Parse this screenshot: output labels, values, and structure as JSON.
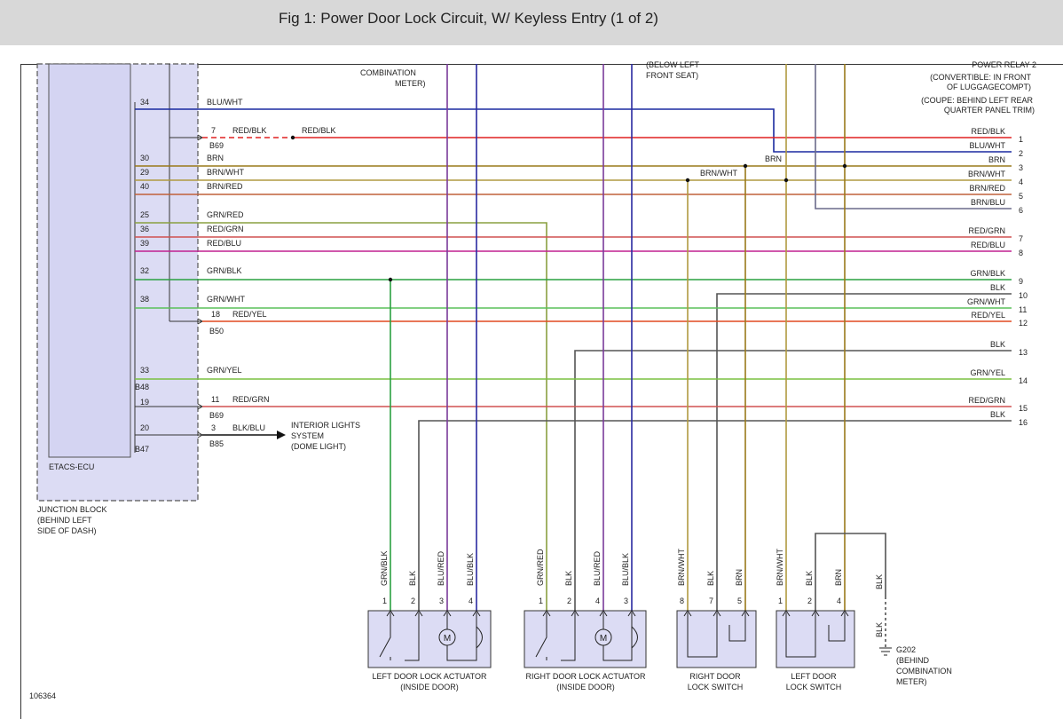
{
  "header": {
    "title": "Fig 1: Power Door Lock Circuit, W/ Keyless Entry (1 of 2)"
  },
  "colors": {
    "RED/BLK": "#e02020",
    "BLU/WHT": "#1a2aa0",
    "BRN": "#9a7a1a",
    "BRN/WHT": "#b09a40",
    "BRN/RED": "#c0603a",
    "BRN/BLU": "#6a6a8a",
    "GRN/RED": "#8aa040",
    "RED/GRN": "#d05050",
    "RED/BLU": "#c02090",
    "GRN/BLK": "#2aa040",
    "BLK": "#555555",
    "GRN/WHT": "#5ac05a",
    "RED/YEL": "#e04a20",
    "GRN/YEL": "#7ac040",
    "BLU/RED": "#7a3a9a",
    "BLU/BLK": "#2a2aa0",
    "GRY": "#888888",
    "block_fill": "#dcdcf4",
    "component_fill": "#dcdcf4"
  },
  "labels": {
    "top_meter": [
      "COMBINATION",
      "METER)"
    ],
    "top_seat": [
      "(BELOW LEFT",
      "FRONT SEAT)"
    ],
    "relay_note": [
      "POWER RELAY 2",
      "(CONVERTIBLE: IN FRONT",
      "OF LUGGAGECOMPT)",
      "(COUPE: BEHIND LEFT REAR",
      "QUARTER PANEL TRIM)"
    ],
    "etacs": "ETACS-ECU",
    "junction": [
      "JUNCTION BLOCK",
      "(BEHIND LEFT",
      "SIDE OF DASH)"
    ],
    "interior": [
      "INTERIOR LIGHTS",
      "SYSTEM",
      "(DOME LIGHT)"
    ],
    "b69": "B69",
    "b50": "B50",
    "b48": "B48",
    "b47": "B47",
    "b85": "B85",
    "ground": [
      "G202",
      "(BEHIND",
      "COMBINATION",
      "METER)"
    ],
    "figure_id": "106364",
    "brn": "BRN",
    "brnwht": "BRN/WHT"
  },
  "left_pins": [
    "34",
    "30",
    "29",
    "40",
    "25",
    "36",
    "39",
    "32",
    "38",
    "33",
    "19",
    "20"
  ],
  "connector_pins": [
    "7",
    "18",
    "11",
    "3"
  ],
  "wires": [
    {
      "num": "1",
      "code": "RED/BLK",
      "left": "RED/BLK"
    },
    {
      "num": "2",
      "code": "BLU/WHT",
      "left": "BLU/WHT"
    },
    {
      "num": "3",
      "code": "BRN",
      "left": "BRN"
    },
    {
      "num": "4",
      "code": "BRN/WHT",
      "left": "BRN/WHT"
    },
    {
      "num": "5",
      "code": "BRN/RED",
      "left": "BRN/RED"
    },
    {
      "num": "6",
      "code": "BRN/BLU",
      "left": ""
    },
    {
      "num": "7",
      "code": "RED/GRN",
      "left": "RED/GRN"
    },
    {
      "num": "8",
      "code": "RED/BLU",
      "left": "RED/BLU"
    },
    {
      "num": "9",
      "code": "GRN/BLK",
      "left": "GRN/BLK"
    },
    {
      "num": "10",
      "code": "BLK",
      "left": ""
    },
    {
      "num": "11",
      "code": "GRN/WHT",
      "left": "GRN/WHT"
    },
    {
      "num": "12",
      "code": "RED/YEL",
      "left": "RED/YEL"
    },
    {
      "num": "13",
      "code": "BLK",
      "left": ""
    },
    {
      "num": "14",
      "code": "GRN/YEL",
      "left": "GRN/YEL"
    },
    {
      "num": "15",
      "code": "RED/GRN",
      "left": "RED/GRN"
    },
    {
      "num": "16",
      "code": "BLK",
      "left": "BLK/BLU"
    }
  ],
  "left_actuator": {
    "title": [
      "LEFT DOOR LOCK ACTUATOR",
      "(INSIDE DOOR)"
    ],
    "pins": [
      {
        "pin": "1",
        "wire": "GRN/BLK"
      },
      {
        "pin": "2",
        "wire": "BLK"
      },
      {
        "pin": "3",
        "wire": "BLU/RED"
      },
      {
        "pin": "4",
        "wire": "BLU/BLK"
      }
    ],
    "motor": "M"
  },
  "right_actuator": {
    "title": [
      "RIGHT DOOR LOCK ACTUATOR",
      "(INSIDE DOOR)"
    ],
    "pins": [
      {
        "pin": "1",
        "wire": "GRN/RED"
      },
      {
        "pin": "2",
        "wire": "BLK"
      },
      {
        "pin": "4",
        "wire": "BLU/RED"
      },
      {
        "pin": "3",
        "wire": "BLU/BLK"
      }
    ],
    "motor": "M"
  },
  "right_switch": {
    "title": [
      "RIGHT DOOR",
      "LOCK SWITCH"
    ],
    "pins": [
      {
        "pin": "8",
        "wire": "BRN/WHT"
      },
      {
        "pin": "7",
        "wire": "BLK"
      },
      {
        "pin": "5",
        "wire": "BRN"
      }
    ]
  },
  "left_switch": {
    "title": [
      "LEFT DOOR",
      "LOCK SWITCH"
    ],
    "pins": [
      {
        "pin": "1",
        "wire": "BRN/WHT"
      },
      {
        "pin": "2",
        "wire": "BLK"
      },
      {
        "pin": "4",
        "wire": "BRN"
      }
    ]
  },
  "ground_wire": "BLK"
}
